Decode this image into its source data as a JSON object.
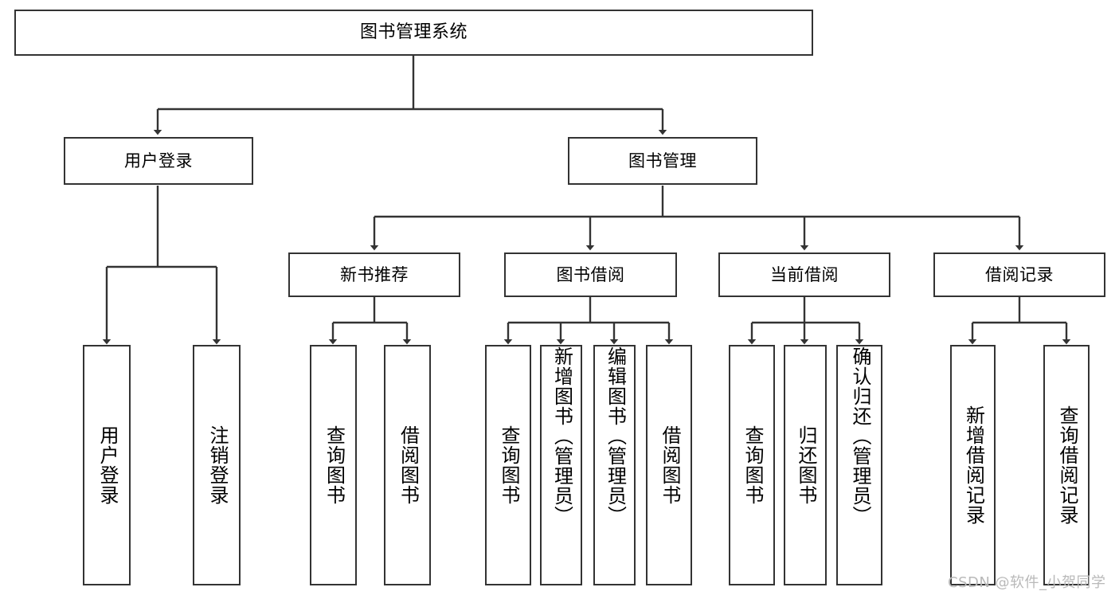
{
  "diagram": {
    "type": "hierarchy-tree",
    "title": "图书管理系统",
    "levels": 4,
    "line_color": "#333333",
    "box_fill": "#ffffff",
    "text_color": "#000000"
  },
  "nodes": {
    "root": {
      "label": "图书管理系统"
    },
    "level2": [
      {
        "label": "用户登录"
      },
      {
        "label": "图书管理"
      }
    ],
    "level3": [
      {
        "label": "新书推荐"
      },
      {
        "label": "图书借阅"
      },
      {
        "label": "当前借阅"
      },
      {
        "label": "借阅记录"
      }
    ],
    "leaves_user_login": [
      {
        "label": "用户登录"
      },
      {
        "label": "注销登录"
      }
    ],
    "leaves_new_books": [
      {
        "label": "查询图书"
      },
      {
        "label": "借阅图书"
      }
    ],
    "leaves_borrow": [
      {
        "label": "查询图书"
      },
      {
        "label": "新增图书（管理员）"
      },
      {
        "label": "编辑图书（管理员）"
      },
      {
        "label": "借阅图书"
      }
    ],
    "leaves_current": [
      {
        "label": "查询图书"
      },
      {
        "label": "归还图书"
      },
      {
        "label": "确认归还（管理员）"
      }
    ],
    "leaves_records": [
      {
        "label": "新增借阅记录"
      },
      {
        "label": "查询借阅记录"
      }
    ]
  },
  "watermark": {
    "text": "CSDN @软件_小贺同学",
    "color": "#b9b9b9"
  }
}
